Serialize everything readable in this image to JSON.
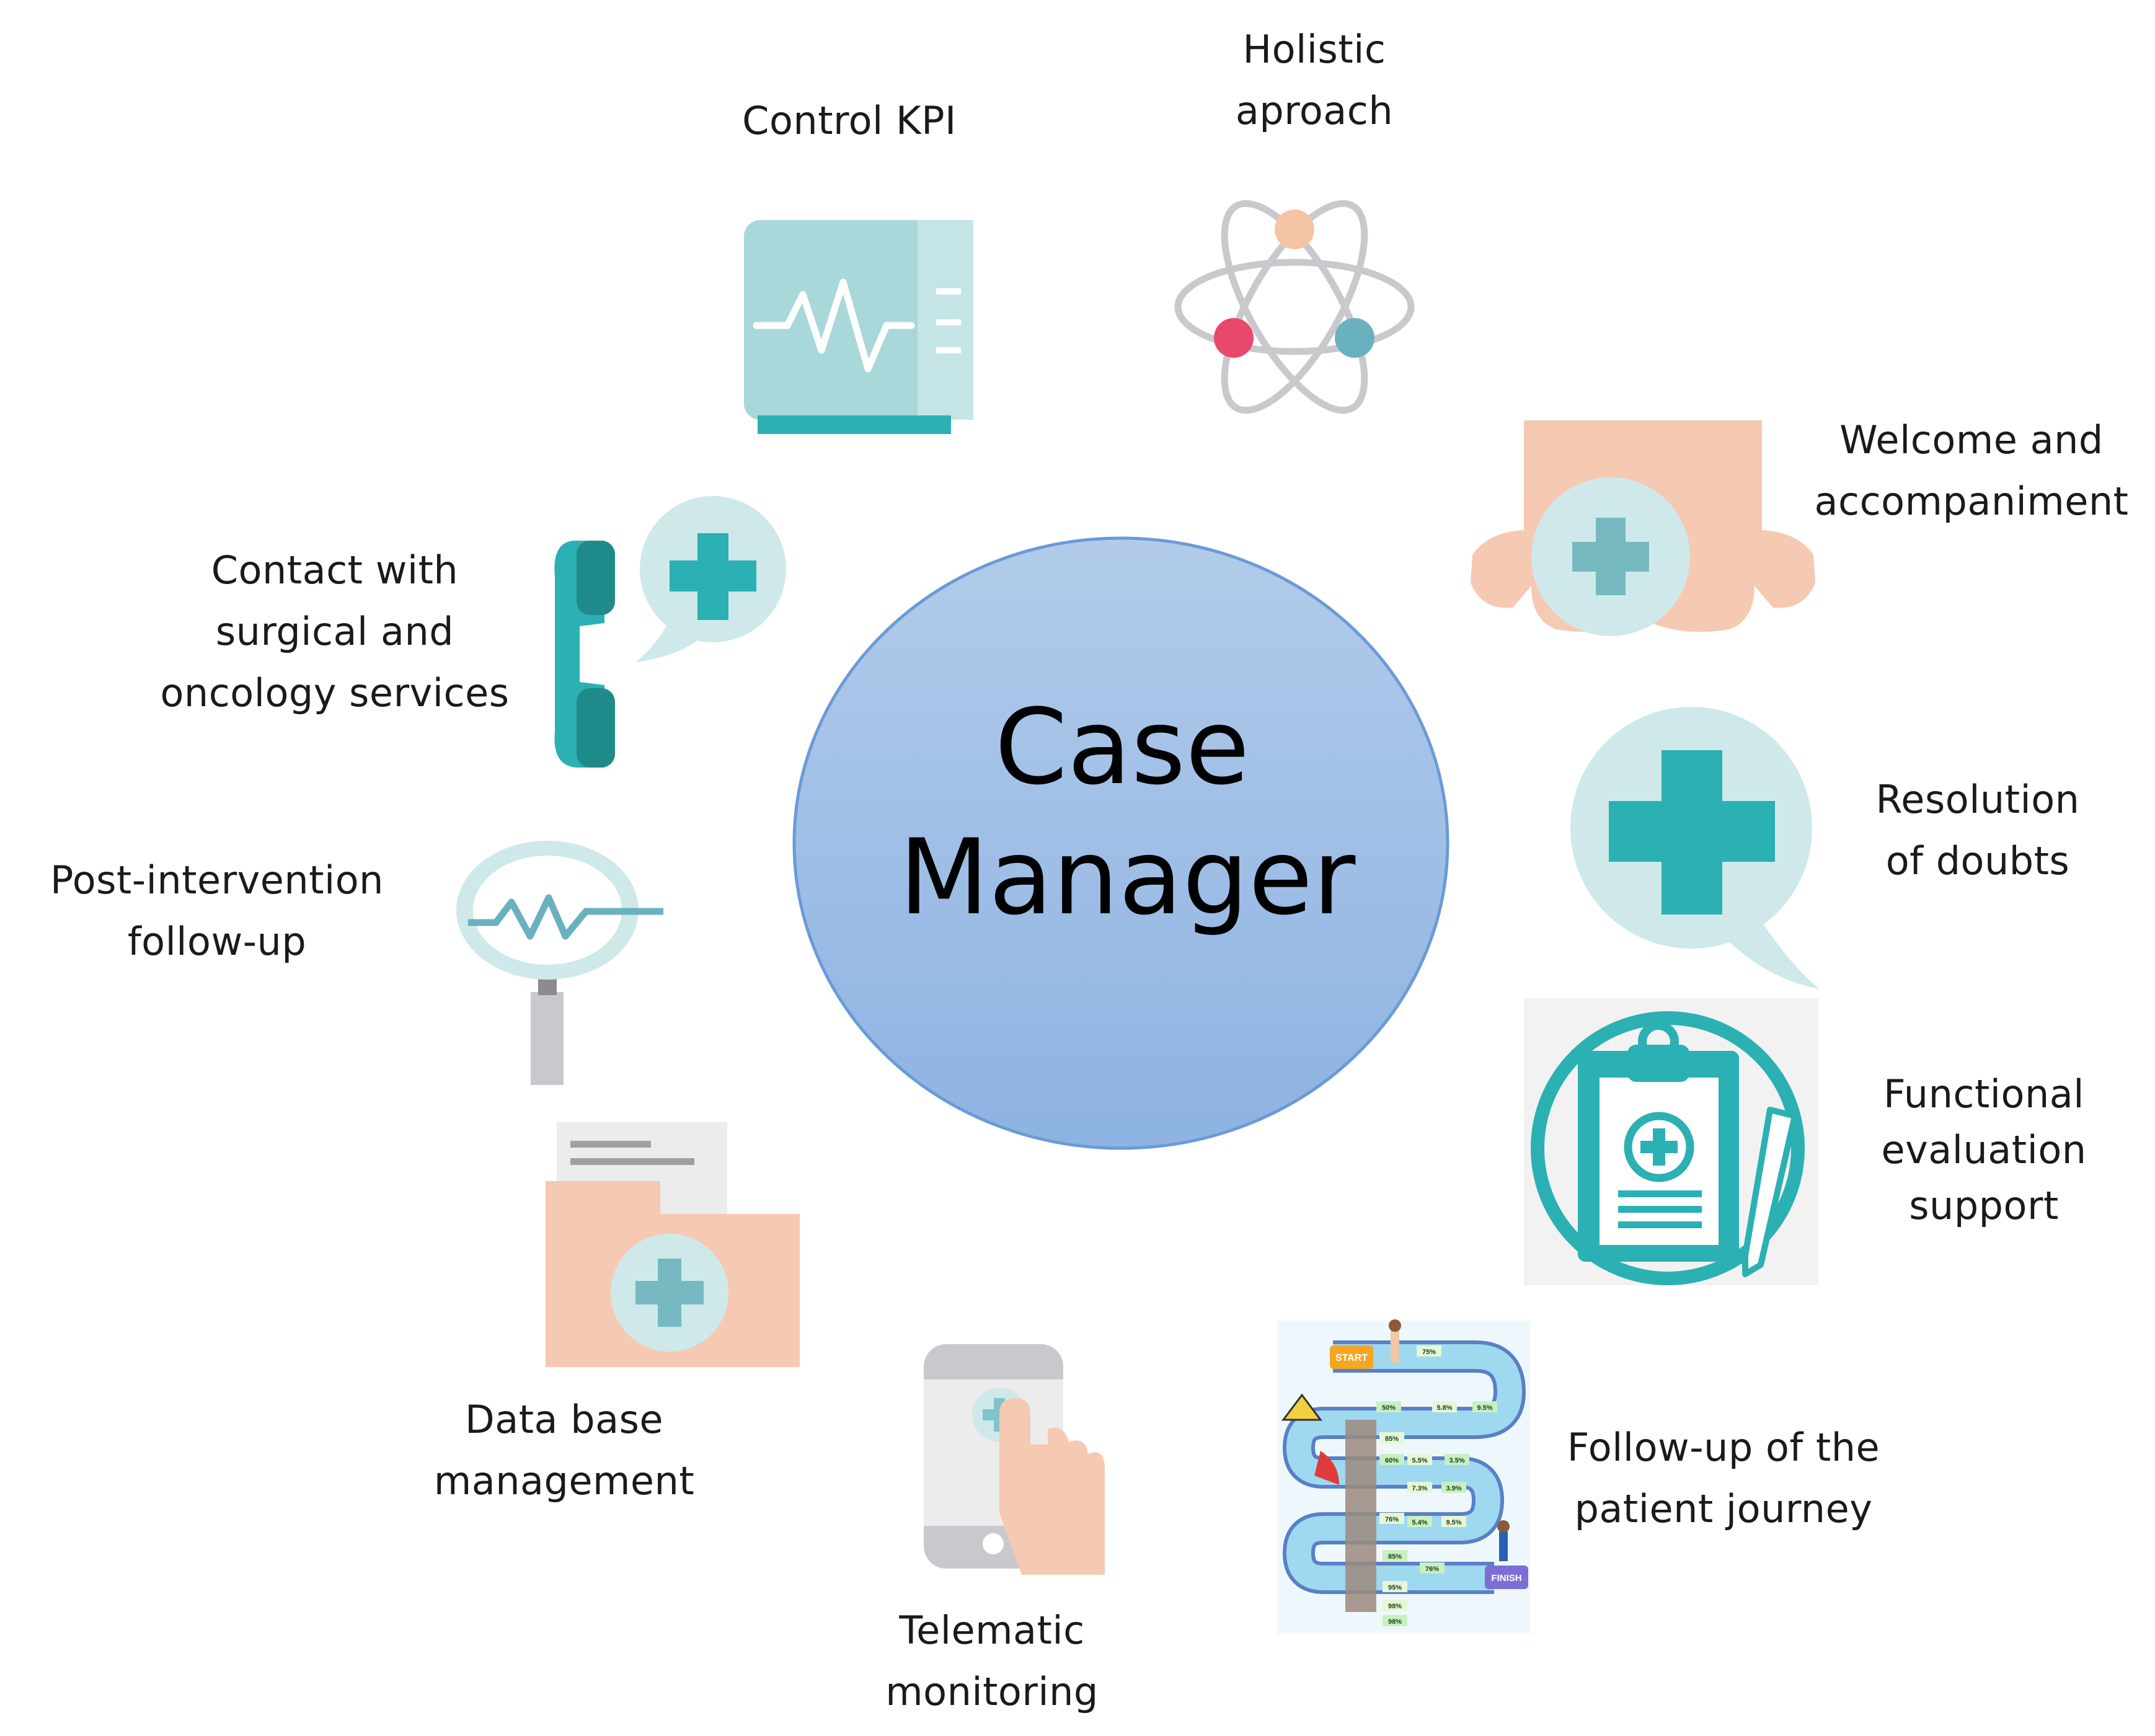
{
  "center": {
    "title": "Case\nManager"
  },
  "functions": [
    {
      "id": "control-kpi",
      "label": "Control KPI",
      "icon": "vital-signs-monitor-icon"
    },
    {
      "id": "holistic",
      "label": "Holistic\naproach",
      "icon": "atom-icon"
    },
    {
      "id": "welcome",
      "label": "Welcome and\naccompaniment",
      "icon": "caring-hands-icon"
    },
    {
      "id": "doubts",
      "label": "Resolution\nof doubts",
      "icon": "medical-speech-bubble-icon"
    },
    {
      "id": "functional",
      "label": "Functional\nevaluation\nsupport",
      "icon": "medical-clipboard-icon"
    },
    {
      "id": "journey",
      "label": "Follow-up of the\npatient journey",
      "icon": "patient-journey-infographic-icon"
    },
    {
      "id": "telematic",
      "label": "Telematic\nmonitoring",
      "icon": "smartphone-touch-icon"
    },
    {
      "id": "database",
      "label": "Data base\nmanagement",
      "icon": "medical-folder-icon"
    },
    {
      "id": "post-intervention",
      "label": "Post-intervention\nfollow-up",
      "icon": "magnifier-pulse-icon"
    },
    {
      "id": "contact",
      "label": "Contact with\nsurgical and\noncology services",
      "icon": "phone-medical-bubble-icon"
    }
  ],
  "journey_infographic": {
    "start": "START",
    "finish": "FINISH",
    "percentages": [
      "75%",
      "50%",
      "5.8%",
      "9.5%",
      "85%",
      "60%",
      "5.5%",
      "3.5%",
      "7.3%",
      "3.9%",
      "76%",
      "5.4%",
      "9.5%",
      "85%",
      "95%",
      "76%",
      "98%",
      "98%"
    ]
  },
  "colors": {
    "center_fill": "#a4c1e6",
    "center_stroke": "#7ea6d8",
    "teal": "#2bb0b3",
    "teal_dark": "#1f8f90",
    "teal_light": "#cfe9ea",
    "peach": "#f6c9b3",
    "gray": "#c9c9cd",
    "red": "#e8486b"
  }
}
